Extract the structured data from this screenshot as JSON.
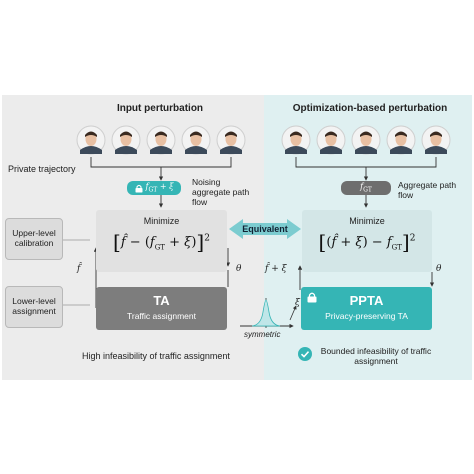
{
  "left_panel": {
    "heading": "Input perturbation",
    "private_trajectory": "Private trajectory",
    "pill_label": "f_GT + ξ",
    "noise_label": "Noising aggregate path flow",
    "minimize": "Minimize",
    "ta_title": "TA",
    "ta_subtitle": "Traffic assignment",
    "feedback_left": "f̂",
    "feedback_right": "θ",
    "footer": "High infeasibility of traffic assignment"
  },
  "right_panel": {
    "heading": "Optimization-based perturbation",
    "pill_label": "f_GT",
    "aggregate_label": "Aggregate path flow",
    "minimize": "Minimize",
    "ppta_title": "PPTA",
    "ppta_subtitle": "Privacy-preserving TA",
    "feedback_left": "f̂ + ξ",
    "feedback_right": "θ",
    "footer": "Bounded infeasibility of traffic assignment"
  },
  "side_labels": {
    "upper": "Upper-level calibration",
    "lower": "Lower-level assignment"
  },
  "equivalent_label": "Equivalent",
  "noise_dist": {
    "symbol": "ξ",
    "label": "symmetric"
  },
  "colors": {
    "teal": "#35b5b5",
    "teal_light": "#dff0f1",
    "gray_panel": "#ececec",
    "ta_gray": "#7d7d7d",
    "pill_gray": "#6e6e6e"
  },
  "icons": [
    "person-icon",
    "lock-icon",
    "check-icon",
    "distribution-icon"
  ]
}
